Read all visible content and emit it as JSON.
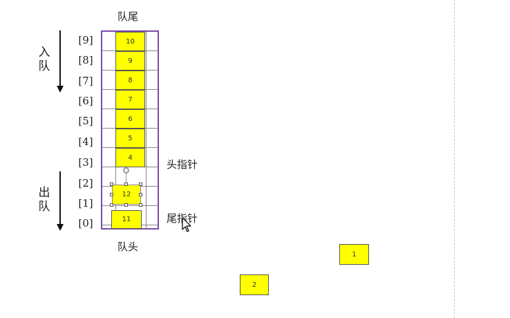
{
  "labels": {
    "tail_top": "队尾",
    "head_bottom": "队头",
    "enqueue": "入队",
    "dequeue": "出队",
    "head_pointer": "头指针",
    "tail_pointer": "尾指针"
  },
  "indices": [
    "[9]",
    "[8]",
    "[7]",
    "[6]",
    "[5]",
    "[4]",
    "[3]",
    "[2]",
    "[1]",
    "[0]"
  ],
  "queue_values": {
    "slot9": "10",
    "slot8": "9",
    "slot7": "8",
    "slot6": "7",
    "slot5": "6",
    "slot4": "5",
    "slot3": "4",
    "selected": "12",
    "slot0": "11"
  },
  "floating": {
    "box1": "1",
    "box2": "2"
  },
  "colors": {
    "fill": "#ffff00",
    "frame": "#7b4ba8"
  }
}
